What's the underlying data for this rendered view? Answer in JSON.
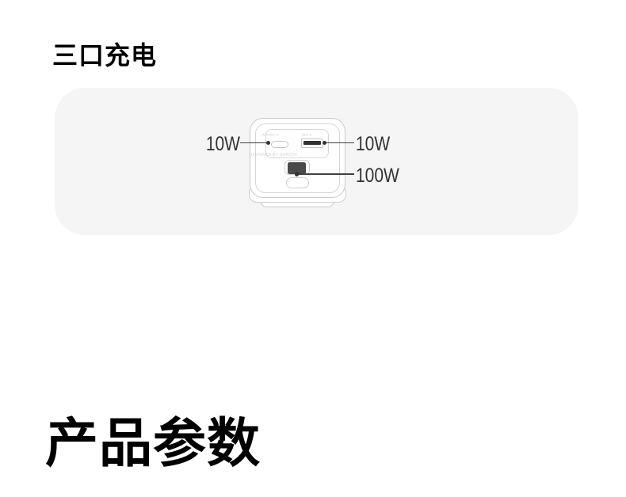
{
  "section": {
    "title": "三口充电"
  },
  "device": {
    "port_label_usb_c": "IN 2/OUT 2",
    "port_label_usb_a": "OUT 3",
    "brand_line": "DESIGNED BY UGREEN"
  },
  "callouts": {
    "usb_c_power": "10W",
    "usb_a_power": "10W",
    "main_power": "100W"
  },
  "footer_heading": {
    "title": "产品参数"
  },
  "colors": {
    "page_bg": "#ffffff",
    "panel_bg": "#f5f5f6",
    "outline_gray": "#c9c9c9",
    "leader_line": "#404040",
    "callout_text": "#333333",
    "heading_text": "#000000",
    "usb_a_fill": "#323232",
    "plug_fill": "#4a4a4a"
  }
}
